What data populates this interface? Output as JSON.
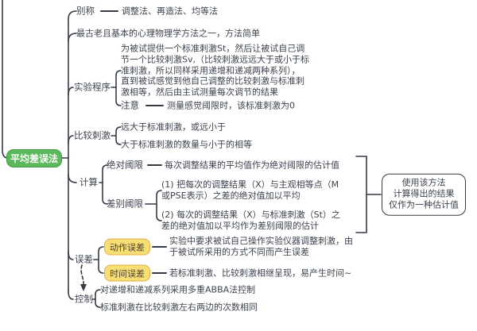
{
  "root": {
    "label": "平均差误法"
  },
  "colors": {
    "root_fill": "#5cb85c",
    "root_border": "#3f9e41",
    "line": "#343a46",
    "badge_fill": "#f8df75",
    "badge_border": "#e2ae45",
    "text": "#3d434e",
    "background": "#ffffff"
  },
  "branches": {
    "alias": {
      "label": "别称",
      "value": "调整法、再造法、均等法"
    },
    "intro": {
      "text": "最古老且基本的心理物理学方法之一，方法简单"
    },
    "procedure": {
      "label": "实验程序",
      "paragraph_lines": [
        "为被试提供一个标准刺激St，然后让被试自己调",
        "节一个比较刺激Sv,（比较刺激远远大于或小于标",
        "准刺激，所以同样采用递增和递减两种系列），",
        "直到被试感觉到他自己调整的比较刺激与标准刺",
        "激相等，然后由主试测量每次调节的结果"
      ],
      "note": {
        "label": "注意",
        "value": "测量感觉阈限时，该标准刺激为0"
      }
    },
    "comparison": {
      "label": "比较刺激",
      "items": [
        "远大于标准刺激，或远小于",
        "大于标准刺激的数量与小于的相等"
      ]
    },
    "calculation": {
      "label": "计算",
      "absolute": {
        "label": "绝对阈限",
        "value": "每次调整结果的平均值作为绝对阈限的估计值"
      },
      "difference": {
        "label": "差别阈限",
        "method1_lines": [
          "(1) 把每次的调整结果（X）与主观相等点（M",
          "或PSE表示）之差的绝对值加以平均"
        ],
        "method2_lines": [
          "(2) 每次的调整结果（X）与标准刺激（St）之",
          "差的绝对值加以平均作为差别阈限的估计"
        ]
      },
      "annotation_lines": [
        "使用该方法",
        "计算得出的结果",
        "仅作为一种估计值"
      ]
    },
    "errors": {
      "label": "误差",
      "motor": {
        "badge": "动作误差",
        "lines": [
          "实验中要求被试自己操作实验仪器调整刺激，由",
          "于被试所采用的方式不同而产生误差"
        ]
      },
      "time": {
        "badge": "时间误差",
        "value": "若标准刺激、比较刺激相继呈现，易产生时间~"
      }
    },
    "control": {
      "label": "控制",
      "items": [
        "对递增和递减系列采用多重ABBA法控制",
        "标准刺激在比较刺激左右两边的次数相同"
      ]
    }
  }
}
